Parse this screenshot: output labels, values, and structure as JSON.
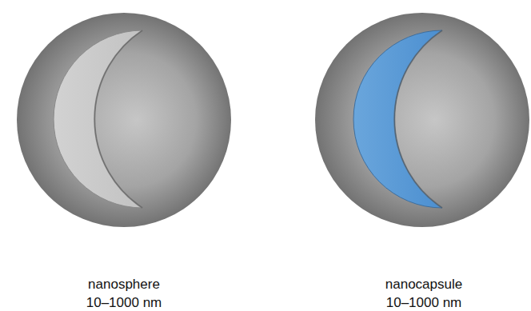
{
  "diagram": {
    "labels": [
      "nanosphere",
      "10–1000 nm",
      "nanocapsule",
      "10–1000 nm"
    ]
  }
}
